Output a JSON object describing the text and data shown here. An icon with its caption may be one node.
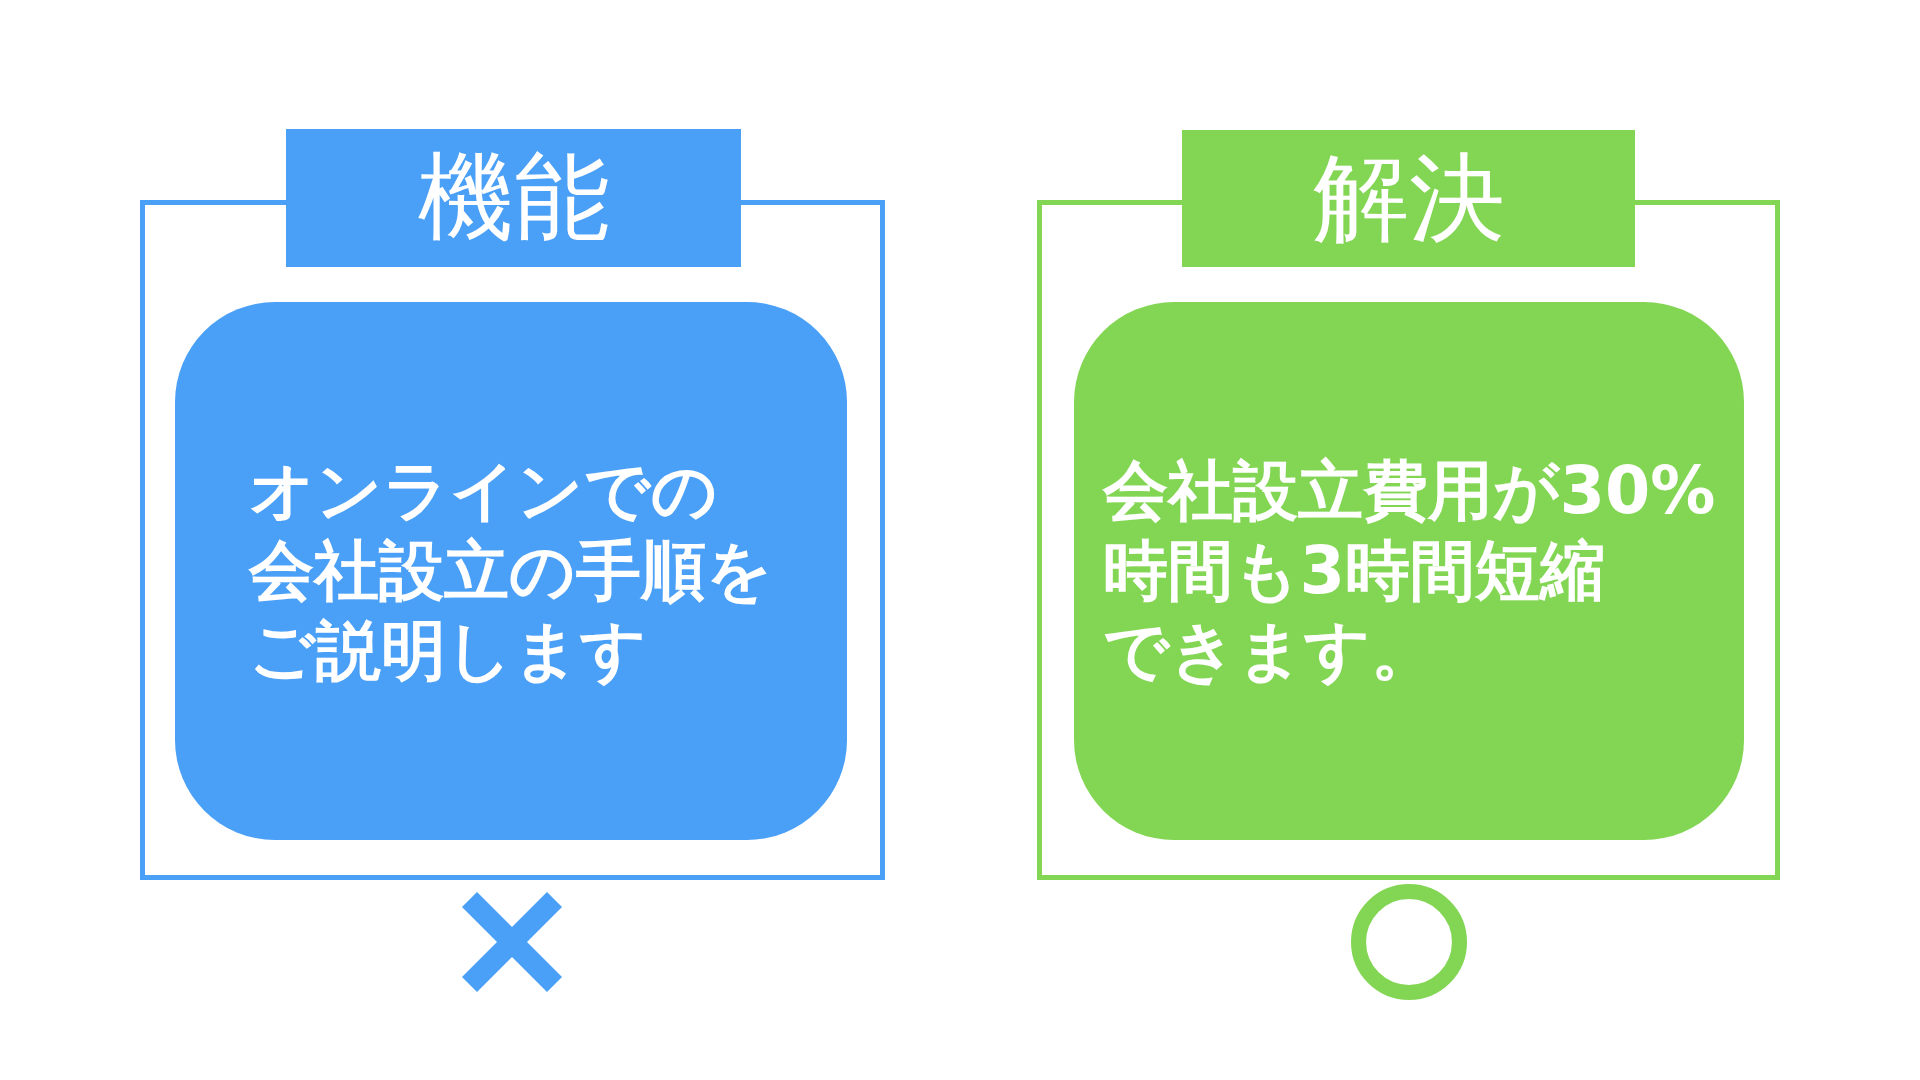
{
  "diagram": {
    "nodes": [
      {
        "text": [],
        "shape": "box"
      },
      {
        "text": [
          "機能"
        ]
      },
      {
        "text": [
          "オンラインでの会社設立の手順をご説明します"
        ],
        "in": 0
      },
      {
        "text": [],
        "shape": "box"
      },
      {
        "text": [
          "解決"
        ]
      },
      {
        "text": [
          "会社設立費用が30%時間も3時間短縮できます。"
        ],
        "in": 3
      }
    ]
  }
}
